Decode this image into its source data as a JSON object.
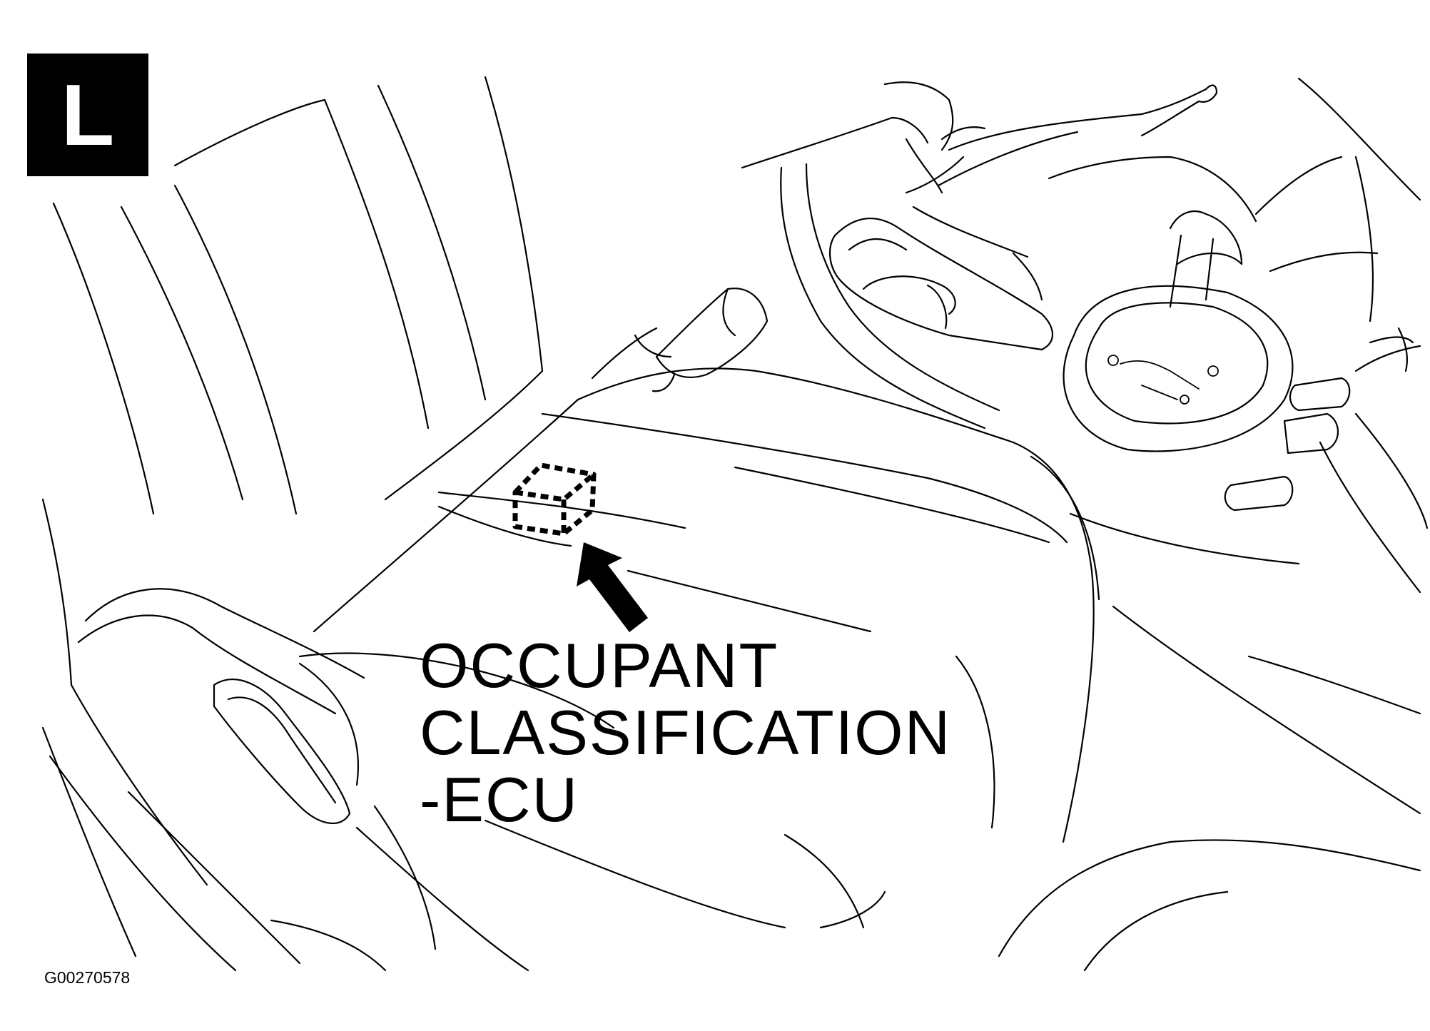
{
  "badge": {
    "letter": "L"
  },
  "callout": {
    "lines": [
      "OCCUPANT",
      "CLASSIFICATION",
      "-ECU"
    ]
  },
  "figure_id": "G00270578",
  "colors": {
    "ink": "#000000",
    "paper": "#ffffff"
  }
}
